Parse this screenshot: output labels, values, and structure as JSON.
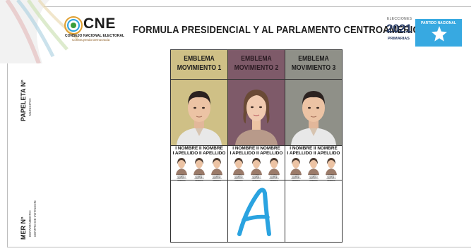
{
  "header": {
    "org_name": "CNE",
    "org_full": "CONSEJO NACIONAL ELECTORAL",
    "org_tagline": "Construyendo Democracia",
    "title": "FORMULA PRESIDENCIAL Y AL PARLAMENTO CENTROAMERICANO",
    "year_top": "ELECCIONES",
    "year": "2021",
    "year_sub": "PRIMARIAS",
    "party": "PARTIDO NACIONAL",
    "party_color": "#37a9e1"
  },
  "side_labels": {
    "papeleta": "PAPELETA N°",
    "municipio": "MUNICIPIO:",
    "mer": "MER N°",
    "departamento": "DEPARTAMENTO:",
    "centro": "CENTRO DE VOTACION:"
  },
  "columns": [
    {
      "emblem": "EMBLEMA",
      "movement": "MOVIMIENTO 1",
      "color": "#cfc086",
      "candidate": "male",
      "name_line1": "I NOMBRE II NOMBRE",
      "name_line2": "I APELLIDO II APELLIDO",
      "marked": false
    },
    {
      "emblem": "EMBLEMA",
      "movement": "MOVIMIENTO 2",
      "color": "#7e5a69",
      "candidate": "female",
      "name_line1": "I NOMBRE II NOMBRE",
      "name_line2": "I APELLIDO II APELLIDO",
      "marked": true
    },
    {
      "emblem": "EMBLEMA",
      "movement": "MOVIMIENTO 3",
      "color": "#8f9088",
      "candidate": "male",
      "name_line1": "I NOMBRE II NOMBRE",
      "name_line2": "I APELLIDO II APELLIDO",
      "marked": false
    }
  ],
  "mini_caption": "I NOMBRE II NOMBRE I APELLIDO II APELLIDO",
  "vote_mark": "A",
  "vote_mark_color": "#2aa3e0"
}
